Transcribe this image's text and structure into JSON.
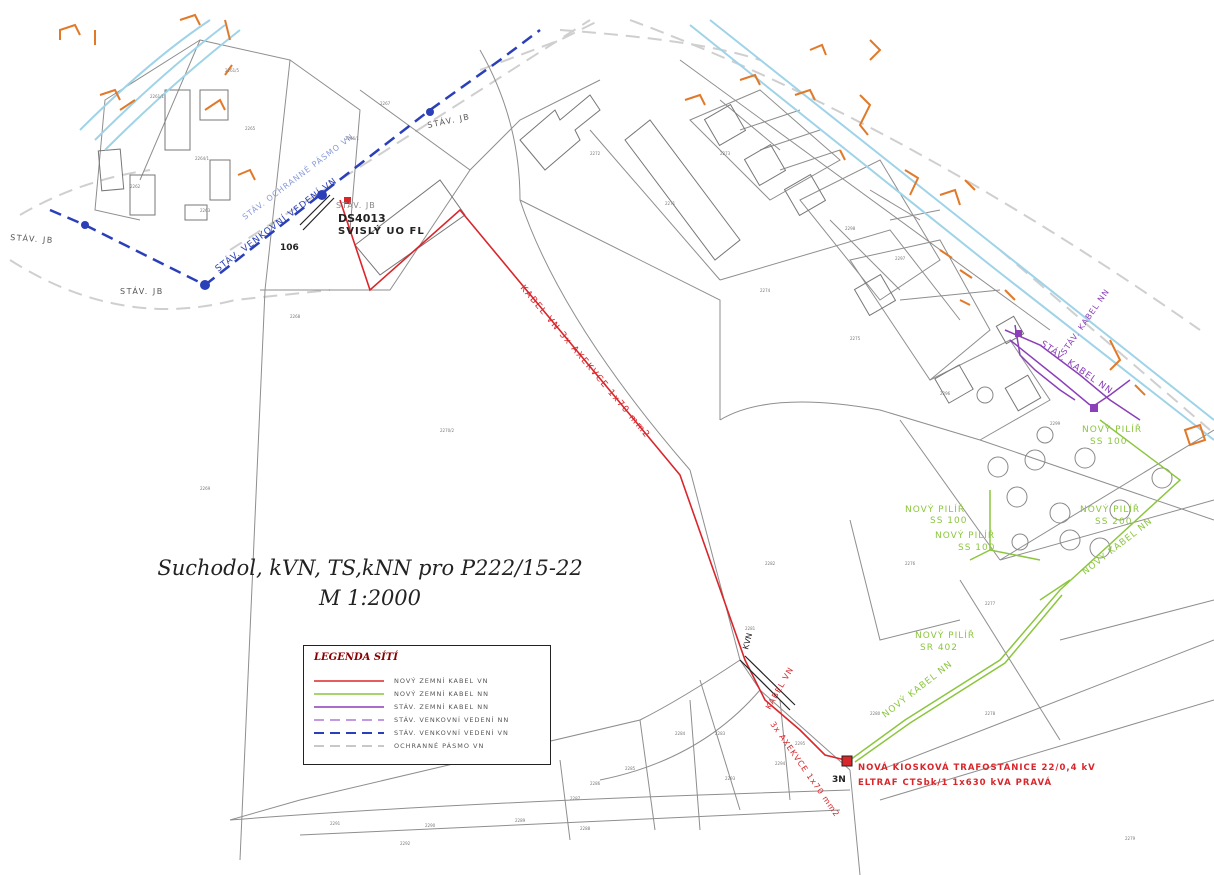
{
  "title": {
    "line1": "Suchodol, kVN, TS,kNN pro P222/15-22",
    "line2": "M 1:2000"
  },
  "colors": {
    "red": "#d9262b",
    "green": "#8cc63f",
    "purple": "#8b3fb8",
    "blue": "#2a3fb8",
    "cyan": "#9fd3e8",
    "orange": "#e07a2a",
    "parcel": "#9a9a9a",
    "protect": "#c8c8c8"
  },
  "legend": {
    "title": "LEGENDA SÍTÍ",
    "items": [
      {
        "label": "NOVÝ  ZEMNÍ KABEL  VN",
        "color": "#d9262b",
        "style": "solid"
      },
      {
        "label": "NOVÝ  ZEMNÍ KABEL  NN",
        "color": "#8cc63f",
        "style": "solid"
      },
      {
        "label": "STÁV.  ZEMNÍ KABEL  NN",
        "color": "#8b3fb8",
        "style": "solid"
      },
      {
        "label": "STÁV.  VENKOVNÍ VEDENÍ NN",
        "color": "#c49be0",
        "style": "dashed"
      },
      {
        "label": "STÁV.  VENKOVNÍ VEDENÍ VN",
        "color": "#2a3fb8",
        "style": "dashed"
      },
      {
        "label": "OCHRANNÉ  PÁSMO  VN",
        "color": "#c8c8c8",
        "style": "dashed"
      }
    ]
  },
  "labels": {
    "stav_jb_left": "STÁV. JB",
    "stav_jb_lower": "STÁV. JB",
    "stav_jb_top": "STÁV. JB",
    "stav_jb_mid": "STÁV. JB",
    "stav_vn": "STÁV. VENKOVNÍ VEDENÍ VN",
    "stav_ochranne": "STÁV. OCHRANNÉ PÁSMO VN",
    "pole_code": "DS4013",
    "svislo": "SVISLÝ UO FL",
    "num_106": "106",
    "kabel_vn_long": "KABEL  VN      3x AXEKVCE  1x70  mm2",
    "kabel_vn_short": "KABEL VN",
    "axekvce_short": "3x AXEKVCE  1x70  mm2",
    "novy_pilir_1": "NOVÝ  PILÍŘ",
    "ss100_1": "SS  100",
    "novy_pilir_2": "NOVÝ  PILÍŘ",
    "ss100_2": "SS  100",
    "novy_pilir_3": "NOVÝ  PILÍŘ",
    "ss200": "SS  200",
    "novy_pilir_4": "NOVÝ  PILÍŘ",
    "ss100_4": "SS  100",
    "novy_pilir_5": "NOVÝ  PILÍŘ",
    "sr402": "SR  402",
    "novy_kabel_nn_1": "NOVÝ  KABEL  NN",
    "novy_kabel_nn_2": "NOVÝ  KABEL  NN",
    "stav_kabel_nn": "STÁV. KABEL NN",
    "stav_kabel_nn_2": "STÁV. KABEL NN",
    "kvn_tag": "KVN",
    "num_3n": "3N",
    "ts1": "NOVÁ  KIOSKOVÁ  TRAFOSTANICE  22/0,4  kV",
    "ts2": "ELTRAF  CTSbk/1  1x630  kVA  PRAVÁ"
  },
  "parcels": {
    "p1": "2261/1",
    "p2": "2261/5",
    "p3": "2262",
    "p4": "2264/1",
    "p5": "2263",
    "p6": "2265",
    "p7": "2266/1",
    "p8": "2267",
    "p9": "2268",
    "p10": "2269",
    "p11": "2270/2",
    "p12": "2271",
    "p13": "2272",
    "p14": "2273",
    "p15": "2274",
    "p16": "2275",
    "p17": "2276",
    "p18": "2277",
    "p19": "2278",
    "p20": "2279",
    "p21": "2280",
    "p22": "2281",
    "p23": "2282",
    "p24": "2283",
    "p25": "2284",
    "p26": "2285",
    "p27": "2286",
    "p28": "2287",
    "p29": "2288",
    "p30": "2289",
    "p31": "2290",
    "p32": "2291",
    "p33": "2292",
    "p34": "2293",
    "p35": "2294",
    "p36": "2295",
    "p37": "2296",
    "p38": "2297",
    "p39": "2298",
    "p40": "2299"
  }
}
